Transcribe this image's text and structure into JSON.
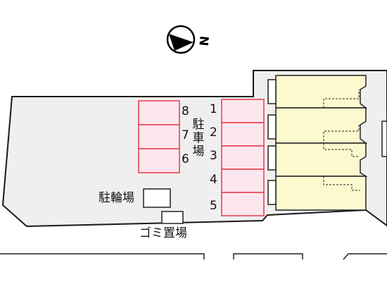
{
  "compass": {
    "north_letter": "N",
    "icon": "north-arrow-icon"
  },
  "labels": {
    "parking": "駐車場",
    "bicycle_parking": "駐輪場",
    "garbage": "ゴミ置場"
  },
  "parking_left": [
    "8",
    "7",
    "6"
  ],
  "parking_right": [
    "1",
    "2",
    "3",
    "4",
    "5"
  ],
  "colors": {
    "lot_fill": "#efefef",
    "lot_stroke": "#1a1a1a",
    "parking_fill": "#fde6ee",
    "parking_stroke": "#e83c46",
    "building_fill": "#fdf9cf",
    "building_stroke": "#222222"
  }
}
